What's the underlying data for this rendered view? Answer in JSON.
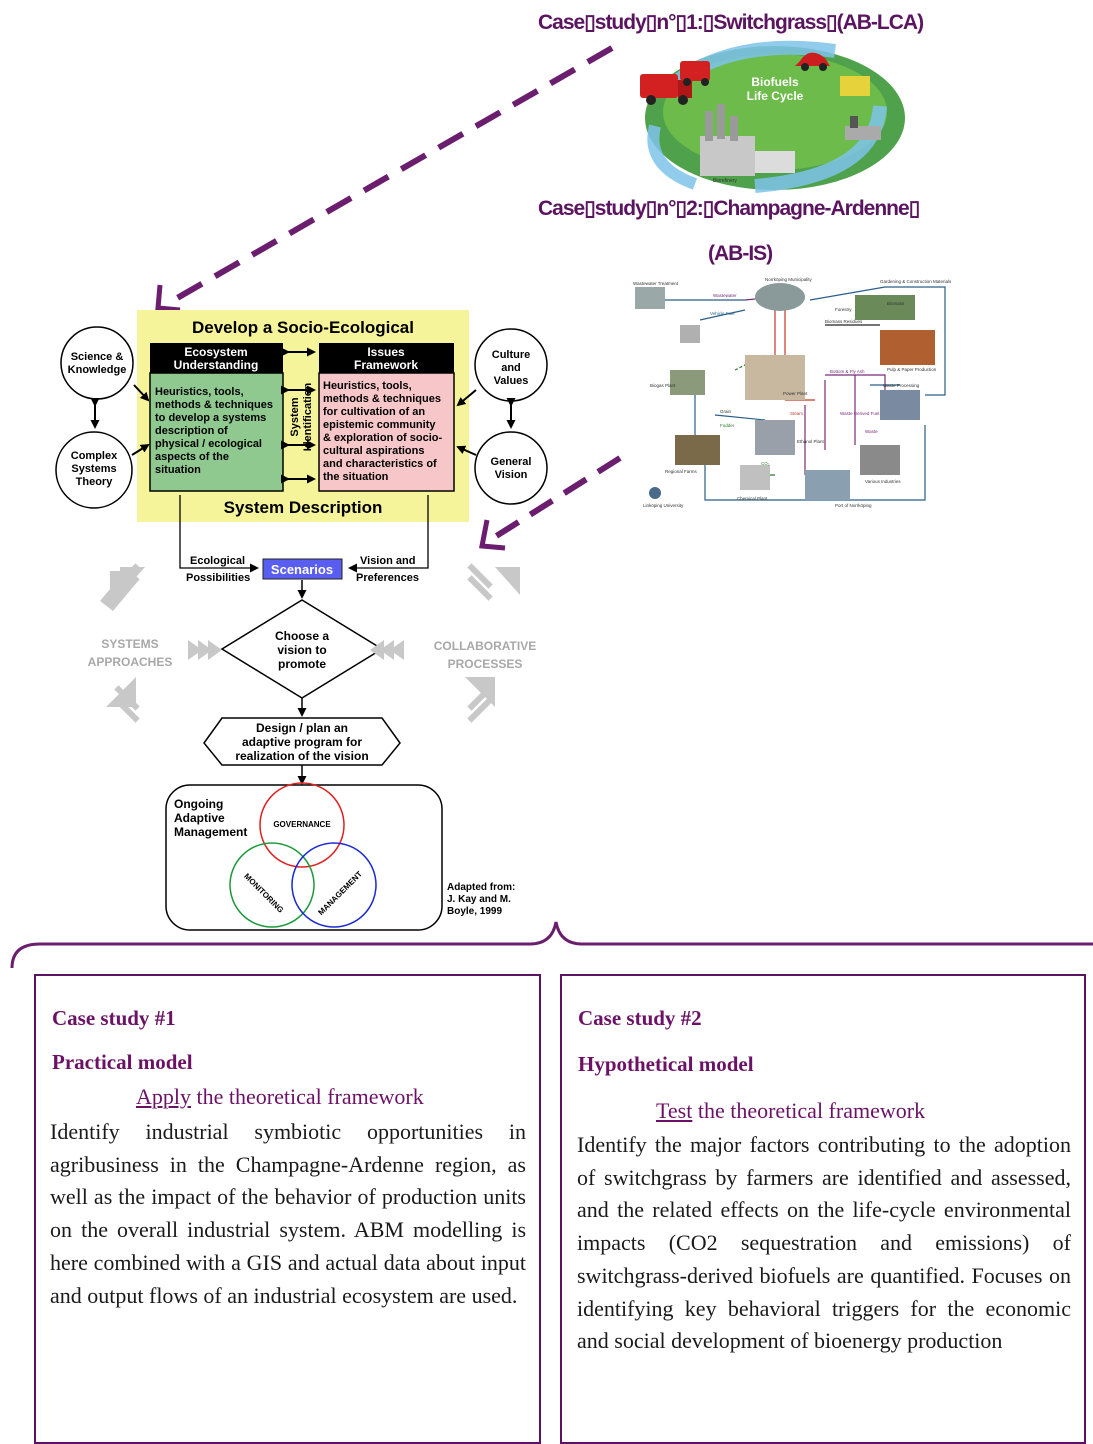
{
  "case1_title": "Case▯study▯n°▯1:▯Switchgrass▯(AB-LCA)",
  "case2_title_line1": "Case▯study▯n°▯2:▯Champagne-Ardenne▯",
  "case2_title_line2": "(AB-IS)",
  "lifecycle_label": [
    "Biofuels",
    "Life Cycle"
  ],
  "lifecycle_small_label": "Biorefinery",
  "framework": {
    "top_title": "Develop a Socio-Ecological",
    "bottom_title": "System Description",
    "ecosystem_header": [
      "Ecosystem",
      "Understanding"
    ],
    "ecosystem_body": [
      "Heuristics, tools,",
      "methods & techniques",
      "to develop a systems",
      "description of",
      "physical / ecological",
      "aspects of the",
      "situation"
    ],
    "issues_header": [
      "Issues",
      "Framework"
    ],
    "issues_body": [
      "Heuristics, tools,",
      "methods & techniques",
      "for cultivation of an",
      "epistemic community",
      "& exploration of socio-",
      "cultural aspirations",
      "and characteristics of",
      "the situation"
    ],
    "system_identification": [
      "System",
      "Identification"
    ],
    "circle_science": [
      "Science &",
      "Knowledge"
    ],
    "circle_complex": [
      "Complex",
      "Systems",
      "Theory"
    ],
    "circle_culture": [
      "Culture",
      "and",
      "Values"
    ],
    "circle_vision": [
      "General",
      "Vision"
    ],
    "ecological_possibilities": [
      "Ecological",
      "Possibilities"
    ],
    "vision_preferences": [
      "Vision and",
      "Preferences"
    ],
    "scenarios": "Scenarios",
    "systems_approaches": [
      "SYSTEMS",
      "APPROACHES"
    ],
    "collaborative_processes": [
      "COLLABORATIVE",
      "PROCESSES"
    ],
    "choose_vision": [
      "Choose a",
      "vision to",
      "promote"
    ],
    "design_plan": [
      "Design / plan an",
      "adaptive program for",
      "realization of the vision"
    ],
    "ongoing": [
      "Ongoing",
      "Adaptive",
      "Management"
    ],
    "governance": "GOVERNANCE",
    "monitoring": "MONITORING",
    "management": "MANAGEMENT",
    "adapted": [
      "Adapted from:",
      "J. Kay and M.",
      "Boyle, 1999"
    ]
  },
  "network_labels": [
    "Wastewater Treatment",
    "Norrköping Municipality",
    "Gardening & Construction Materials",
    "Forestry",
    "Biomass",
    "Pulp & Paper Production",
    "Biogas Plant",
    "Power Plant",
    "Waste Processing",
    "Ethanol Plant",
    "Regional Farms",
    "Chemical Plant",
    "Port of Norrköping",
    "Various Industries",
    "Linköping University",
    "Wastewater",
    "Vehicle Fuel",
    "Biomass Residues",
    "Bottom & Fly Ash",
    "Waste Derived Fuel",
    "Grain",
    "Fodder",
    "Steam",
    "Waste",
    "CO₂"
  ],
  "case_study_1": {
    "heading": "Case study #1",
    "model": "Practical model",
    "subtitle_underlined": "Apply",
    "subtitle_rest": " the theoretical framework",
    "body": "Identify industrial symbiotic opportunities in agribusiness in the Champagne-Ardenne region, as well as the impact of the behavior of production units on the overall industrial system. ABM modelling is here combined with a GIS and actual data about input and output flows of an industrial ecosystem are used."
  },
  "case_study_2": {
    "heading": "Case study #2",
    "model": "Hypothetical model",
    "subtitle_underlined": "Test",
    "subtitle_rest": " the theoretical framework",
    "body": "Identify the major factors contributing to the adoption of switchgrass by farmers are identified and assessed, and the related effects on the life-cycle environmental impacts (CO2 sequestration and emissions) of switchgrass-derived biofuels are quantified. Focuses on identifying key behavioral triggers for the economic and social development of bioenergy production"
  },
  "colors": {
    "purple": "#5b1560",
    "yellow": "#f6f49a",
    "green": "#8fc98f",
    "pink": "#f7c6c8",
    "scenario": "#5a5ef0"
  }
}
